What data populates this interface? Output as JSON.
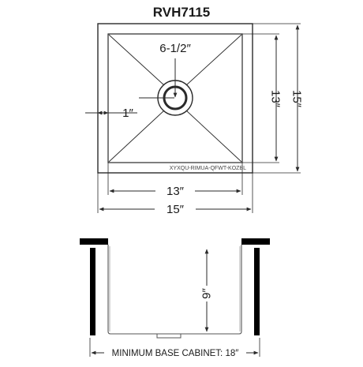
{
  "diagram": {
    "model": "RVH7115",
    "top_view": {
      "drain_offset": "6-1/2″",
      "corner_radius_offset": "1″",
      "inner_depth": "13″",
      "outer_depth": "15″",
      "inner_width": "13″",
      "outer_width": "15″",
      "part_code": "XYXQU-RIMUA-QFWT-KOZBL"
    },
    "side_view": {
      "bowl_depth": "9″",
      "cabinet_label": "MINIMUM BASE CABINET: 18″"
    },
    "colors": {
      "line": "#2a2a2a",
      "outline": "#555555",
      "fill": "#000000"
    }
  }
}
